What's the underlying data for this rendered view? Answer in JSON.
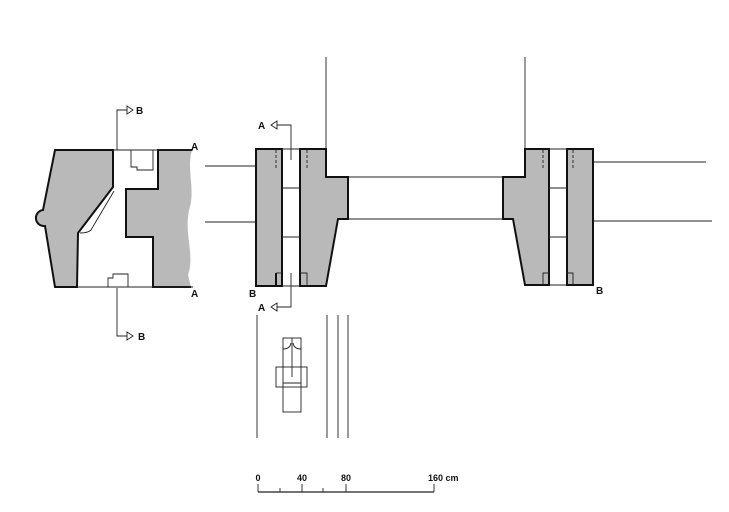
{
  "drawing": {
    "plan": {
      "section_labels": {
        "a_top": "A",
        "a_bottom": "A",
        "b_top": "B",
        "b_bottom": "B"
      }
    },
    "elevation_left": {
      "section_labels": {
        "a_top": "A",
        "a_bottom": "A",
        "b": "B"
      }
    },
    "elevation_right": {
      "section_labels": {
        "b": "B"
      }
    },
    "scale_bar": {
      "labels": [
        "0",
        "40",
        "80",
        "160 cm"
      ],
      "unit": "cm",
      "max": 160
    },
    "colors": {
      "wall_fill": "#b9b9b9",
      "line": "#111111"
    }
  }
}
